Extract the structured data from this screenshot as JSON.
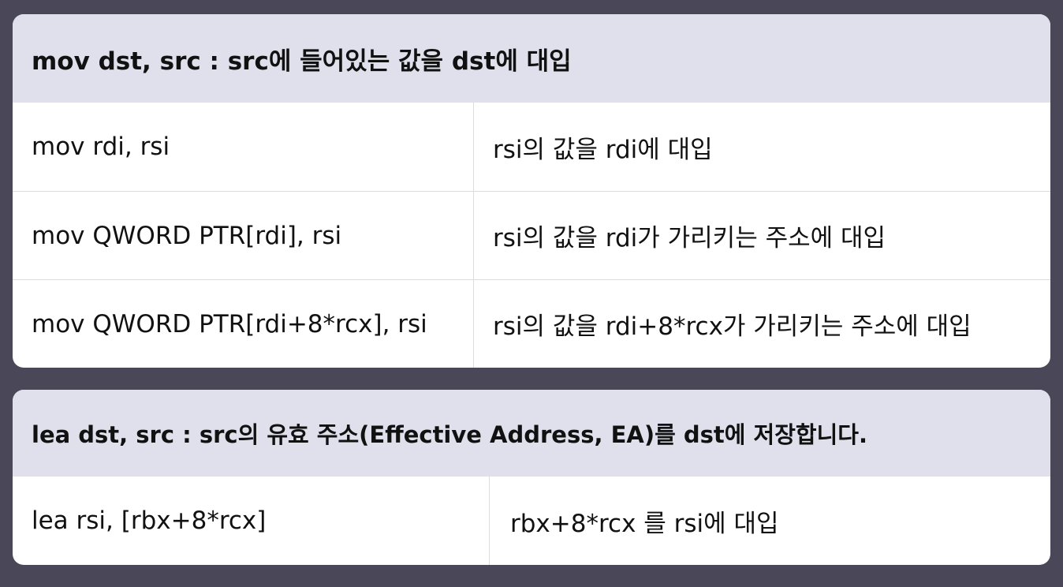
{
  "mov_section": {
    "title": "mov dst, src : src에 들어있는 값을 dst에 대입",
    "rows": [
      {
        "code": "mov rdi, rsi",
        "desc": "rsi의 값을 rdi에 대입"
      },
      {
        "code": "mov QWORD PTR[rdi], rsi",
        "desc": "rsi의 값을 rdi가 가리키는 주소에 대입"
      },
      {
        "code": "mov QWORD PTR[rdi+8*rcx], rsi",
        "desc": "rsi의 값을 rdi+8*rcx가 가리키는 주소에 대입"
      }
    ]
  },
  "lea_section": {
    "title": "lea dst, src : src의 유효 주소(Effective Address, EA)를 dst에 저장합니다.",
    "rows": [
      {
        "code": "lea rsi, [rbx+8*rcx]",
        "desc": "rbx+8*rcx 를 rsi에 대입"
      }
    ]
  }
}
